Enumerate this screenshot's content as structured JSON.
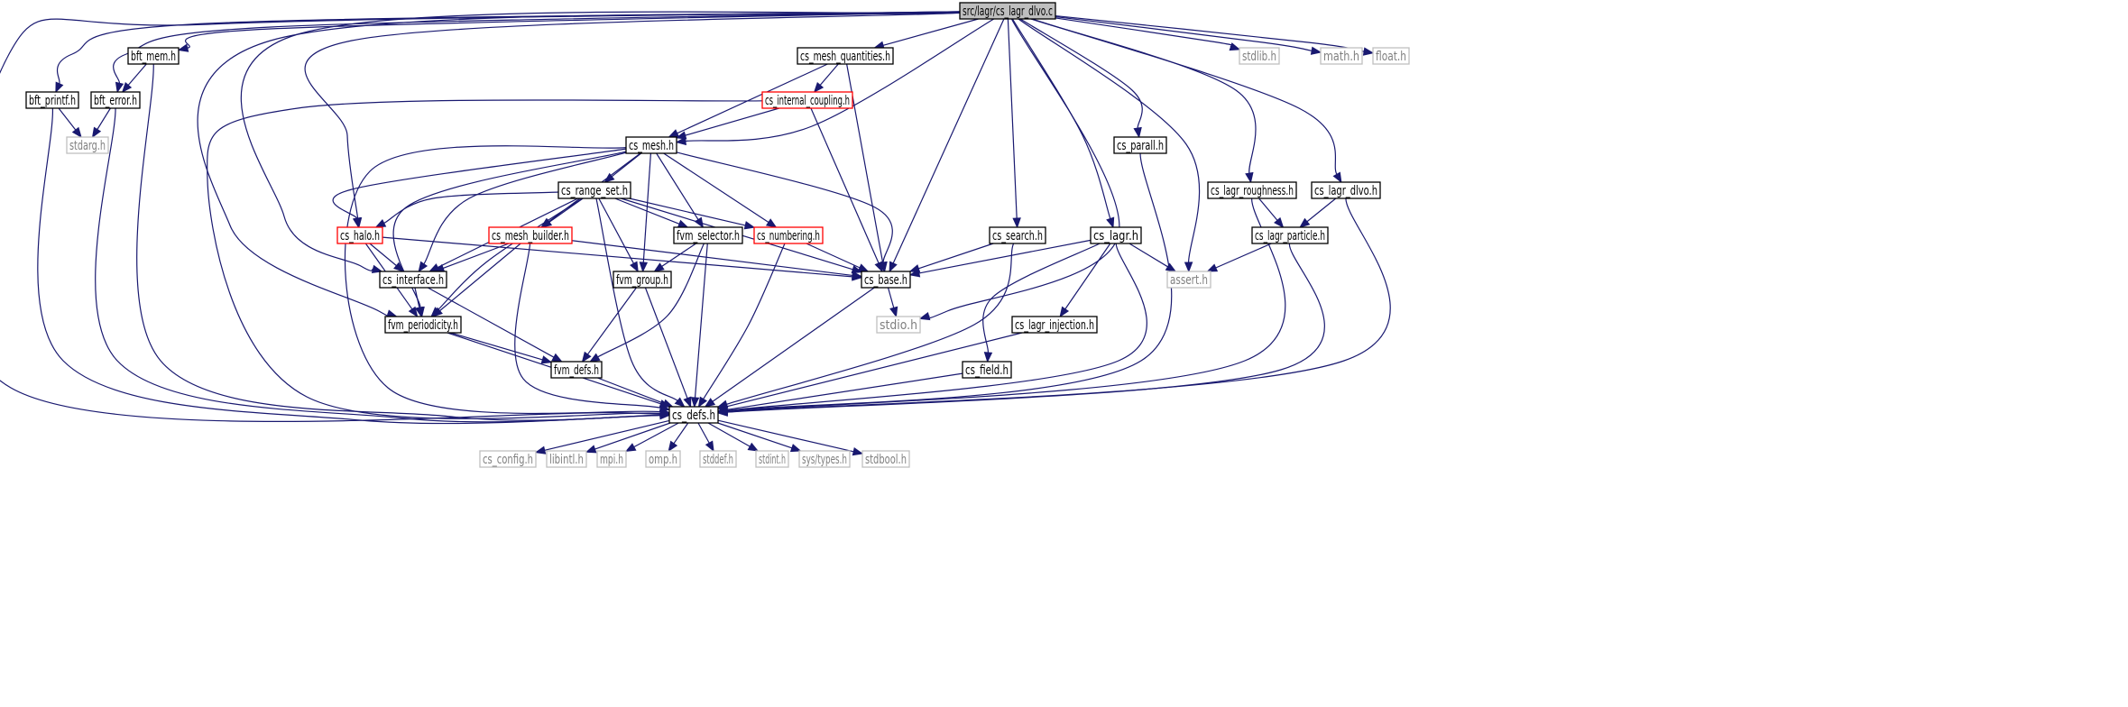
{
  "graph": {
    "root": "src/lagr/cs_lagr_dlvo.c",
    "colors": {
      "edge": "#191970",
      "root_fill": "#bfbfbf",
      "normal_border": "#000000",
      "truncated_border": "#ff0000",
      "external_border": "#bfbfbf",
      "external_text": "#7f7f7f"
    },
    "nodes": [
      {
        "id": "root",
        "label": "src/lagr/cs_lagr_dlvo.c",
        "kind": "root"
      },
      {
        "id": "bft_mem",
        "label": "bft_mem.h",
        "kind": "normal"
      },
      {
        "id": "bft_printf",
        "label": "bft_printf.h",
        "kind": "normal"
      },
      {
        "id": "bft_error",
        "label": "bft_error.h",
        "kind": "normal"
      },
      {
        "id": "stdarg",
        "label": "stdarg.h",
        "kind": "external"
      },
      {
        "id": "cs_mesh_quantities",
        "label": "cs_mesh_quantities.h",
        "kind": "normal"
      },
      {
        "id": "cs_internal_coupling",
        "label": "cs_internal_coupling.h",
        "kind": "truncated"
      },
      {
        "id": "cs_mesh",
        "label": "cs_mesh.h",
        "kind": "normal"
      },
      {
        "id": "cs_range_set",
        "label": "cs_range_set.h",
        "kind": "normal"
      },
      {
        "id": "cs_halo",
        "label": "cs_halo.h",
        "kind": "truncated"
      },
      {
        "id": "cs_mesh_builder",
        "label": "cs_mesh_builder.h",
        "kind": "truncated"
      },
      {
        "id": "fvm_selector",
        "label": "fvm_selector.h",
        "kind": "normal"
      },
      {
        "id": "cs_numbering",
        "label": "cs_numbering.h",
        "kind": "truncated"
      },
      {
        "id": "cs_interface",
        "label": "cs_interface.h",
        "kind": "normal"
      },
      {
        "id": "fvm_group",
        "label": "fvm_group.h",
        "kind": "normal"
      },
      {
        "id": "cs_base",
        "label": "cs_base.h",
        "kind": "normal"
      },
      {
        "id": "fvm_periodicity",
        "label": "fvm_periodicity.h",
        "kind": "normal"
      },
      {
        "id": "fvm_defs",
        "label": "fvm_defs.h",
        "kind": "normal"
      },
      {
        "id": "cs_defs",
        "label": "cs_defs.h",
        "kind": "normal"
      },
      {
        "id": "cs_parall",
        "label": "cs_parall.h",
        "kind": "normal"
      },
      {
        "id": "cs_search",
        "label": "cs_search.h",
        "kind": "normal"
      },
      {
        "id": "cs_lagr",
        "label": "cs_lagr.h",
        "kind": "normal"
      },
      {
        "id": "stdio",
        "label": "stdio.h",
        "kind": "external"
      },
      {
        "id": "cs_lagr_injection",
        "label": "cs_lagr_injection.h",
        "kind": "normal"
      },
      {
        "id": "cs_field",
        "label": "cs_field.h",
        "kind": "normal"
      },
      {
        "id": "cs_lagr_roughness",
        "label": "cs_lagr_roughness.h",
        "kind": "normal"
      },
      {
        "id": "cs_lagr_dlvo",
        "label": "cs_lagr_dlvo.h",
        "kind": "normal"
      },
      {
        "id": "cs_lagr_particle",
        "label": "cs_lagr_particle.h",
        "kind": "normal"
      },
      {
        "id": "assert",
        "label": "assert.h",
        "kind": "external"
      },
      {
        "id": "stdlib",
        "label": "stdlib.h",
        "kind": "external"
      },
      {
        "id": "math",
        "label": "math.h",
        "kind": "external"
      },
      {
        "id": "float",
        "label": "float.h",
        "kind": "external"
      },
      {
        "id": "cs_config",
        "label": "cs_config.h",
        "kind": "external"
      },
      {
        "id": "libintl",
        "label": "libintl.h",
        "kind": "external"
      },
      {
        "id": "mpi",
        "label": "mpi.h",
        "kind": "external"
      },
      {
        "id": "omp",
        "label": "omp.h",
        "kind": "external"
      },
      {
        "id": "stddef",
        "label": "stddef.h",
        "kind": "external"
      },
      {
        "id": "stdint",
        "label": "stdint.h",
        "kind": "external"
      },
      {
        "id": "systypes",
        "label": "sys/types.h",
        "kind": "external"
      },
      {
        "id": "stdbool",
        "label": "stdbool.h",
        "kind": "external"
      }
    ],
    "edges": [
      [
        "root",
        "cs_defs"
      ],
      [
        "root",
        "bft_mem"
      ],
      [
        "root",
        "bft_printf"
      ],
      [
        "root",
        "bft_error"
      ],
      [
        "root",
        "cs_interface"
      ],
      [
        "root",
        "cs_halo"
      ],
      [
        "root",
        "fvm_periodicity"
      ],
      [
        "root",
        "cs_mesh_quantities"
      ],
      [
        "root",
        "cs_mesh"
      ],
      [
        "root",
        "cs_base"
      ],
      [
        "root",
        "cs_search"
      ],
      [
        "root",
        "stdio"
      ],
      [
        "root",
        "cs_lagr"
      ],
      [
        "root",
        "cs_parall"
      ],
      [
        "root",
        "assert"
      ],
      [
        "root",
        "cs_lagr_roughness"
      ],
      [
        "root",
        "cs_lagr_dlvo"
      ],
      [
        "root",
        "stdlib"
      ],
      [
        "root",
        "math"
      ],
      [
        "root",
        "float"
      ],
      [
        "bft_mem",
        "bft_error"
      ],
      [
        "bft_mem",
        "cs_defs"
      ],
      [
        "bft_printf",
        "stdarg"
      ],
      [
        "bft_printf",
        "cs_defs"
      ],
      [
        "bft_error",
        "stdarg"
      ],
      [
        "bft_error",
        "cs_defs"
      ],
      [
        "cs_mesh_quantities",
        "cs_internal_coupling"
      ],
      [
        "cs_mesh_quantities",
        "cs_mesh"
      ],
      [
        "cs_mesh_quantities",
        "cs_base"
      ],
      [
        "cs_internal_coupling",
        "cs_mesh"
      ],
      [
        "cs_internal_coupling",
        "cs_base"
      ],
      [
        "cs_internal_coupling",
        "cs_defs"
      ],
      [
        "cs_mesh",
        "cs_range_set"
      ],
      [
        "cs_mesh",
        "cs_halo"
      ],
      [
        "cs_mesh",
        "cs_mesh_builder"
      ],
      [
        "cs_mesh",
        "fvm_selector"
      ],
      [
        "cs_mesh",
        "cs_numbering"
      ],
      [
        "cs_mesh",
        "cs_interface"
      ],
      [
        "cs_mesh",
        "fvm_group"
      ],
      [
        "cs_mesh",
        "cs_base"
      ],
      [
        "cs_mesh",
        "fvm_periodicity"
      ],
      [
        "cs_mesh",
        "cs_defs"
      ],
      [
        "cs_range_set",
        "cs_halo"
      ],
      [
        "cs_range_set",
        "cs_mesh_builder"
      ],
      [
        "cs_range_set",
        "fvm_selector"
      ],
      [
        "cs_range_set",
        "cs_numbering"
      ],
      [
        "cs_range_set",
        "cs_interface"
      ],
      [
        "cs_range_set",
        "fvm_group"
      ],
      [
        "cs_range_set",
        "cs_base"
      ],
      [
        "cs_range_set",
        "fvm_periodicity"
      ],
      [
        "cs_range_set",
        "cs_defs"
      ],
      [
        "cs_halo",
        "cs_interface"
      ],
      [
        "cs_halo",
        "cs_base"
      ],
      [
        "cs_halo",
        "fvm_periodicity"
      ],
      [
        "cs_mesh_builder",
        "cs_interface"
      ],
      [
        "cs_mesh_builder",
        "cs_base"
      ],
      [
        "cs_mesh_builder",
        "fvm_periodicity"
      ],
      [
        "cs_mesh_builder",
        "cs_defs"
      ],
      [
        "fvm_selector",
        "fvm_group"
      ],
      [
        "fvm_selector",
        "fvm_defs"
      ],
      [
        "fvm_selector",
        "cs_defs"
      ],
      [
        "cs_numbering",
        "cs_base"
      ],
      [
        "cs_numbering",
        "cs_defs"
      ],
      [
        "cs_interface",
        "fvm_periodicity"
      ],
      [
        "cs_interface",
        "fvm_defs"
      ],
      [
        "fvm_group",
        "fvm_defs"
      ],
      [
        "fvm_group",
        "cs_defs"
      ],
      [
        "cs_base",
        "stdio"
      ],
      [
        "cs_base",
        "cs_defs"
      ],
      [
        "fvm_periodicity",
        "fvm_defs"
      ],
      [
        "fvm_periodicity",
        "cs_defs"
      ],
      [
        "fvm_defs",
        "cs_defs"
      ],
      [
        "cs_parall",
        "cs_defs"
      ],
      [
        "cs_search",
        "cs_base"
      ],
      [
        "cs_search",
        "cs_defs"
      ],
      [
        "cs_lagr",
        "cs_base"
      ],
      [
        "cs_lagr",
        "assert"
      ],
      [
        "cs_lagr",
        "cs_lagr_injection"
      ],
      [
        "cs_lagr",
        "cs_field"
      ],
      [
        "cs_lagr",
        "cs_defs"
      ],
      [
        "cs_lagr_injection",
        "cs_defs"
      ],
      [
        "cs_field",
        "cs_defs"
      ],
      [
        "cs_lagr_roughness",
        "cs_lagr_particle"
      ],
      [
        "cs_lagr_roughness",
        "cs_defs"
      ],
      [
        "cs_lagr_dlvo",
        "cs_lagr_particle"
      ],
      [
        "cs_lagr_dlvo",
        "cs_defs"
      ],
      [
        "cs_lagr_particle",
        "assert"
      ],
      [
        "cs_lagr_particle",
        "cs_defs"
      ],
      [
        "cs_defs",
        "cs_config"
      ],
      [
        "cs_defs",
        "libintl"
      ],
      [
        "cs_defs",
        "mpi"
      ],
      [
        "cs_defs",
        "omp"
      ],
      [
        "cs_defs",
        "stddef"
      ],
      [
        "cs_defs",
        "stdint"
      ],
      [
        "cs_defs",
        "systypes"
      ],
      [
        "cs_defs",
        "stdbool"
      ]
    ]
  }
}
